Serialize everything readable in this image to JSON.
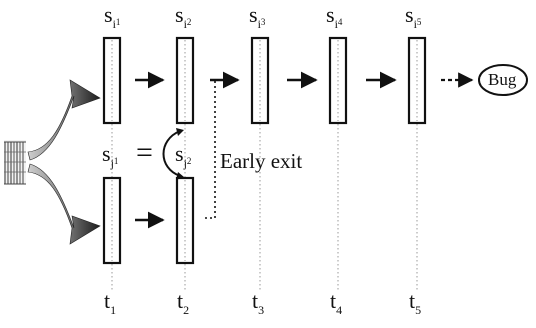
{
  "diagram": {
    "states_top": [
      {
        "base": "s",
        "sub": "i",
        "subsub": "1"
      },
      {
        "base": "s",
        "sub": "i",
        "subsub": "2"
      },
      {
        "base": "s",
        "sub": "i",
        "subsub": "3"
      },
      {
        "base": "s",
        "sub": "i",
        "subsub": "4"
      },
      {
        "base": "s",
        "sub": "i",
        "subsub": "5"
      }
    ],
    "states_bottom": [
      {
        "base": "s",
        "sub": "j",
        "subsub": "1"
      },
      {
        "base": "s",
        "sub": "j",
        "subsub": "2"
      }
    ],
    "times": [
      {
        "base": "t",
        "sub": "1"
      },
      {
        "base": "t",
        "sub": "2"
      },
      {
        "base": "t",
        "sub": "3"
      },
      {
        "base": "t",
        "sub": "4"
      },
      {
        "base": "t",
        "sub": "5"
      }
    ],
    "equality_symbol": "=",
    "early_exit_label": "Early exit",
    "bug_label": "Bug"
  }
}
